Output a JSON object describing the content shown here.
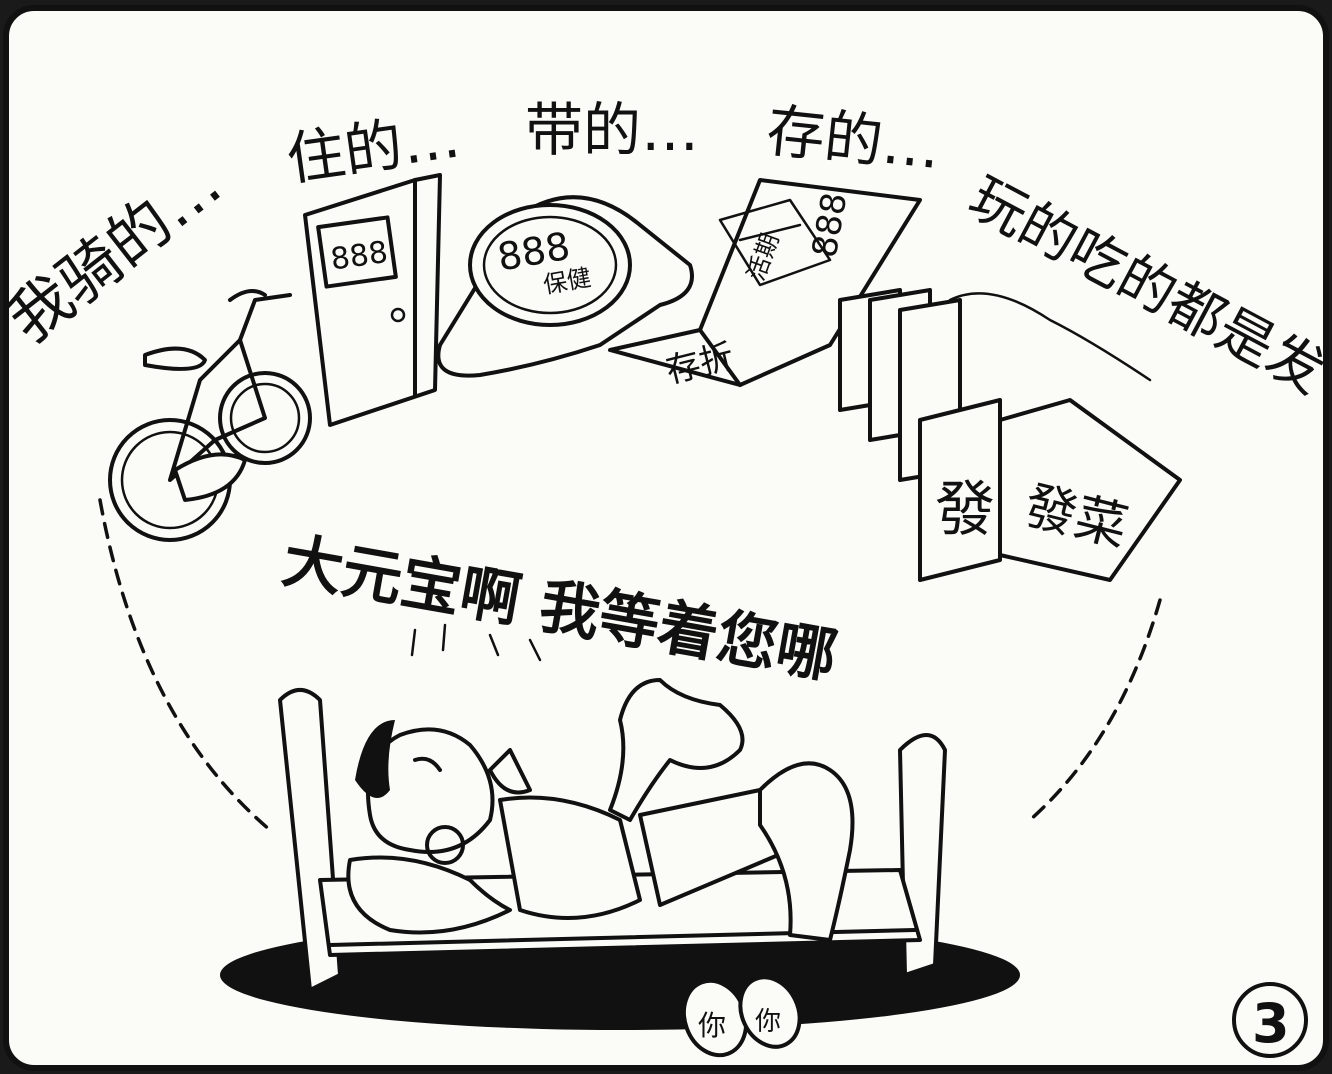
{
  "captions": {
    "ride": "我骑的…",
    "live": "住的…",
    "wear": "带的…",
    "save": "存的…",
    "play_eat": "玩的吃的都是发"
  },
  "dream_line": "大元宝啊 我等着您哪",
  "props": {
    "door_number": "888",
    "watch_number": "888",
    "watch_label": "保健",
    "passbook_number": "888",
    "passbook_title": "存折",
    "passbook_table": "活期",
    "box_front": "發",
    "box_side": "發菜",
    "slipper_mark": "你"
  },
  "page_number": "3"
}
